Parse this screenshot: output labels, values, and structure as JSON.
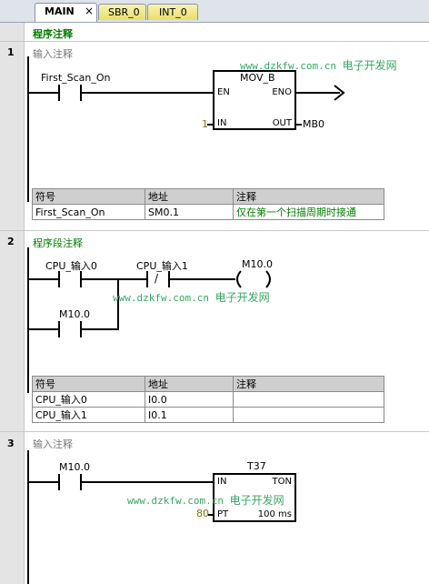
{
  "tabs": [
    {
      "label": "MAIN",
      "active": true
    },
    {
      "label": "SBR_0",
      "active": false
    },
    {
      "label": "INT_0",
      "active": false
    }
  ],
  "tab_close_glyph": "×",
  "program_comment": "程序注释",
  "watermark": {
    "url": "www.dzkfw.com.cn",
    "site": "电子开发网"
  },
  "networks": [
    {
      "number": "1",
      "comment": "输入注释",
      "contact": "First_Scan_On",
      "block": {
        "name": "MOV_B",
        "en": "EN",
        "eno": "ENO",
        "in": "IN",
        "out": "OUT",
        "in_value": "1",
        "out_value": "MB0"
      },
      "symbols": {
        "headers": [
          "符号",
          "地址",
          "注释"
        ],
        "rows": [
          [
            "First_Scan_On",
            "SM0.1",
            "仅在第一个扫描周期时接通"
          ]
        ]
      }
    },
    {
      "number": "2",
      "comment": "程序段注释",
      "contact1": "CPU_输入0",
      "contact2": "CPU_输入1",
      "contact2_symbol": "/",
      "coil": "M10.0",
      "parallel_contact": "M10.0",
      "symbols": {
        "headers": [
          "符号",
          "地址",
          "注释"
        ],
        "rows": [
          [
            "CPU_输入0",
            "I0.0",
            ""
          ],
          [
            "CPU_输入1",
            "I0.1",
            ""
          ]
        ]
      }
    },
    {
      "number": "3",
      "comment": "输入注释",
      "contact": "M10.0",
      "timer": {
        "name": "T37",
        "in": "IN",
        "type": "TON",
        "pt": "PT",
        "pt_value": "80",
        "unit": "100 ms"
      }
    }
  ]
}
